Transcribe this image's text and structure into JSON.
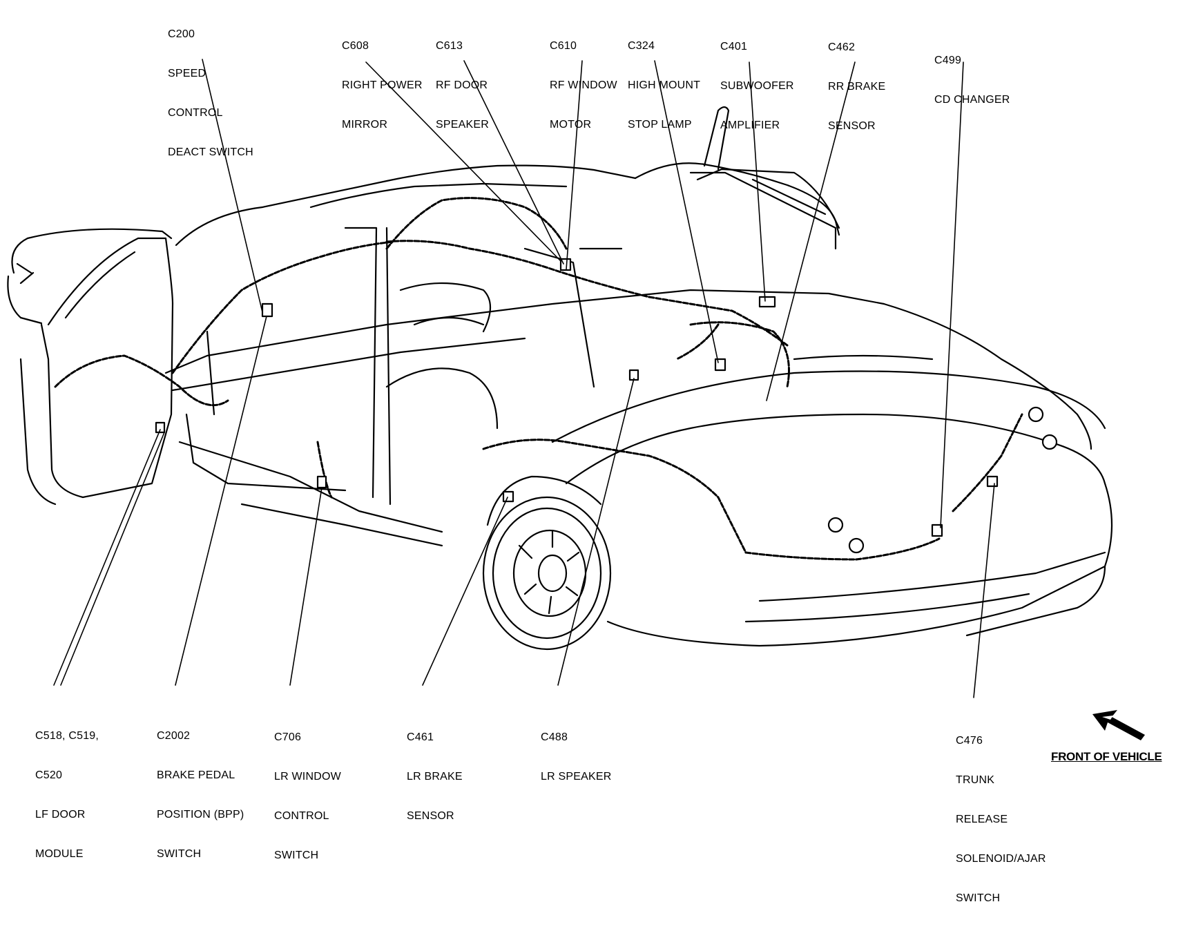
{
  "callouts": {
    "c200": {
      "code": "C200",
      "desc": [
        "SPEED",
        "CONTROL",
        "DEACT SWITCH"
      ]
    },
    "c608": {
      "code": "C608",
      "desc": [
        "RIGHT POWER",
        "MIRROR"
      ]
    },
    "c613": {
      "code": "C613",
      "desc": [
        "RF DOOR",
        "SPEAKER"
      ]
    },
    "c610": {
      "code": "C610",
      "desc": [
        "RF WINDOW",
        "MOTOR"
      ]
    },
    "c324": {
      "code": "C324",
      "desc": [
        "HIGH MOUNT",
        "STOP LAMP"
      ]
    },
    "c401": {
      "code": "C401",
      "desc": [
        "SUBWOOFER",
        "AMPLIFIER"
      ]
    },
    "c462": {
      "code": "C462",
      "desc": [
        "RR BRAKE",
        "SENSOR"
      ]
    },
    "c499": {
      "code": "C499",
      "desc": [
        "CD CHANGER"
      ]
    },
    "c518": {
      "code": "C518, C519,",
      "desc": [
        "C520",
        "LF DOOR",
        "MODULE"
      ]
    },
    "c2002": {
      "code": "C2002",
      "desc": [
        "BRAKE PEDAL",
        "POSITION (BPP)",
        "SWITCH"
      ]
    },
    "c706": {
      "code": "C706",
      "desc": [
        "LR WINDOW",
        "CONTROL",
        "SWITCH"
      ]
    },
    "c461": {
      "code": "C461",
      "desc": [
        "LR BRAKE",
        "SENSOR"
      ]
    },
    "c488": {
      "code": "C488",
      "desc": [
        "LR SPEAKER"
      ]
    },
    "c476": {
      "code": "C476",
      "desc": [
        "TRUNK",
        "RELEASE",
        "SOLENOID/AJAR",
        "SWITCH"
      ]
    }
  },
  "orientation": {
    "label": "FRONT OF VEHICLE"
  }
}
